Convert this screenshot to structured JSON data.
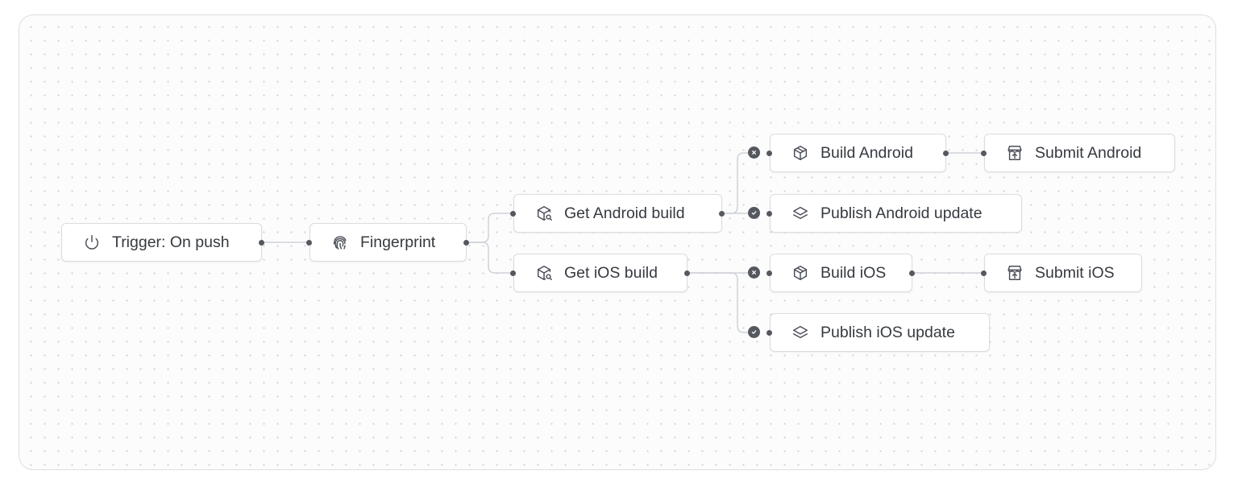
{
  "nodes": {
    "trigger": {
      "label": "Trigger: On push",
      "icon": "power-icon"
    },
    "fingerprint": {
      "label": "Fingerprint",
      "icon": "fingerprint-icon"
    },
    "get_android_build": {
      "label": "Get Android build",
      "icon": "package-search-icon"
    },
    "get_ios_build": {
      "label": "Get iOS build",
      "icon": "package-search-icon"
    },
    "build_android": {
      "label": "Build Android",
      "icon": "package-icon",
      "status": "skipped"
    },
    "publish_android_update": {
      "label": "Publish Android update",
      "icon": "layers-icon",
      "status": "success"
    },
    "submit_android": {
      "label": "Submit Android",
      "icon": "store-upload-icon"
    },
    "build_ios": {
      "label": "Build iOS",
      "icon": "package-icon",
      "status": "skipped"
    },
    "publish_ios_update": {
      "label": "Publish iOS update",
      "icon": "layers-icon",
      "status": "success"
    },
    "submit_ios": {
      "label": "Submit iOS",
      "icon": "store-upload-icon"
    }
  },
  "edges": [
    [
      "trigger",
      "fingerprint"
    ],
    [
      "fingerprint",
      "get_android_build"
    ],
    [
      "fingerprint",
      "get_ios_build"
    ],
    [
      "get_android_build",
      "build_android"
    ],
    [
      "get_android_build",
      "publish_android_update"
    ],
    [
      "get_ios_build",
      "build_ios"
    ],
    [
      "get_ios_build",
      "publish_ios_update"
    ],
    [
      "build_android",
      "submit_android"
    ],
    [
      "build_ios",
      "submit_ios"
    ]
  ],
  "colors": {
    "edge": "#cfd2d7",
    "port": "#55595f",
    "node_border": "#d9dce0",
    "canvas_dot": "#cfd3d9"
  }
}
